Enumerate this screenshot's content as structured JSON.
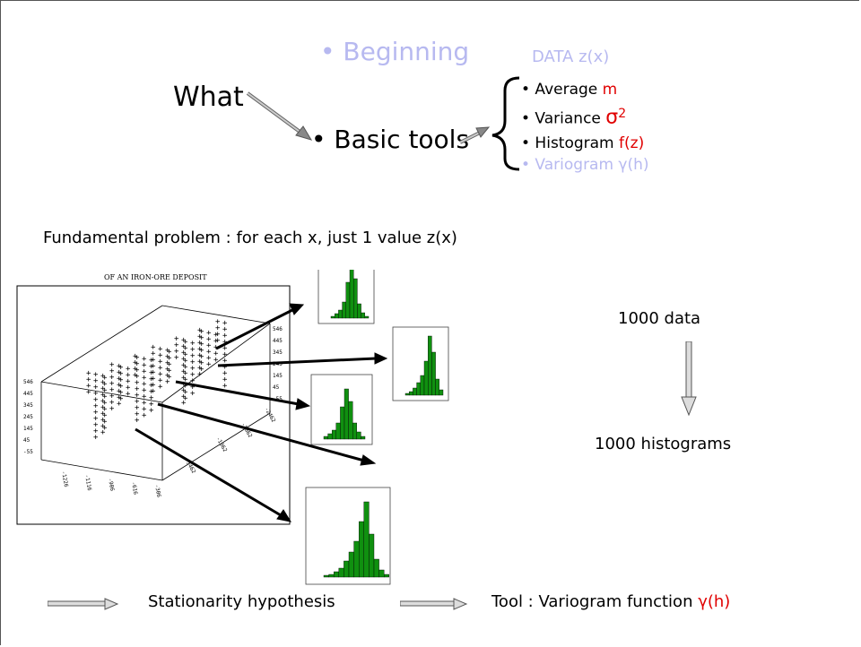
{
  "slide": {
    "top_items": {
      "beginning": "• Beginning",
      "data_label": "DATA z(x)",
      "what": "What",
      "basic_tools": "• Basic tools"
    },
    "tools_list": [
      {
        "prefix": "• Average ",
        "symbol": "m"
      },
      {
        "prefix": "• Variance ",
        "symbol": "σ",
        "sup": "2"
      },
      {
        "prefix": "• Histogram ",
        "symbol": "f(z)"
      },
      {
        "prefix": "• Variogram γ(h)",
        "symbol": ""
      }
    ],
    "problem_statement": "Fundamental problem : for each x, just 1 value z(x)",
    "deposit_figure": {
      "title": "OF AN IRON-ORE DEPOSIT",
      "z_ticks": [
        "546",
        "445",
        "345",
        "245",
        "145",
        "45",
        "-55"
      ],
      "right_ticks": [
        "546",
        "445",
        "345",
        "245",
        "145",
        "45",
        "-55"
      ],
      "bottom_ticks_left": [
        "-1226",
        "-1116",
        "-906",
        "-616",
        "-306",
        "-5462"
      ],
      "bottom_ticks_right": [
        "-1062",
        "-1662",
        "-2462"
      ]
    },
    "data_count": "1000 data",
    "histogram_count": "1000 histograms",
    "bottom_line": {
      "hypothesis": "Stationarity hypothesis",
      "tool_prefix": "Tool : Variogram function ",
      "tool_symbol": "γ(h)"
    },
    "colors": {
      "faint_blue": "#b7b9f0",
      "accent_red": "#e00000",
      "histogram_green": "#109010"
    }
  }
}
